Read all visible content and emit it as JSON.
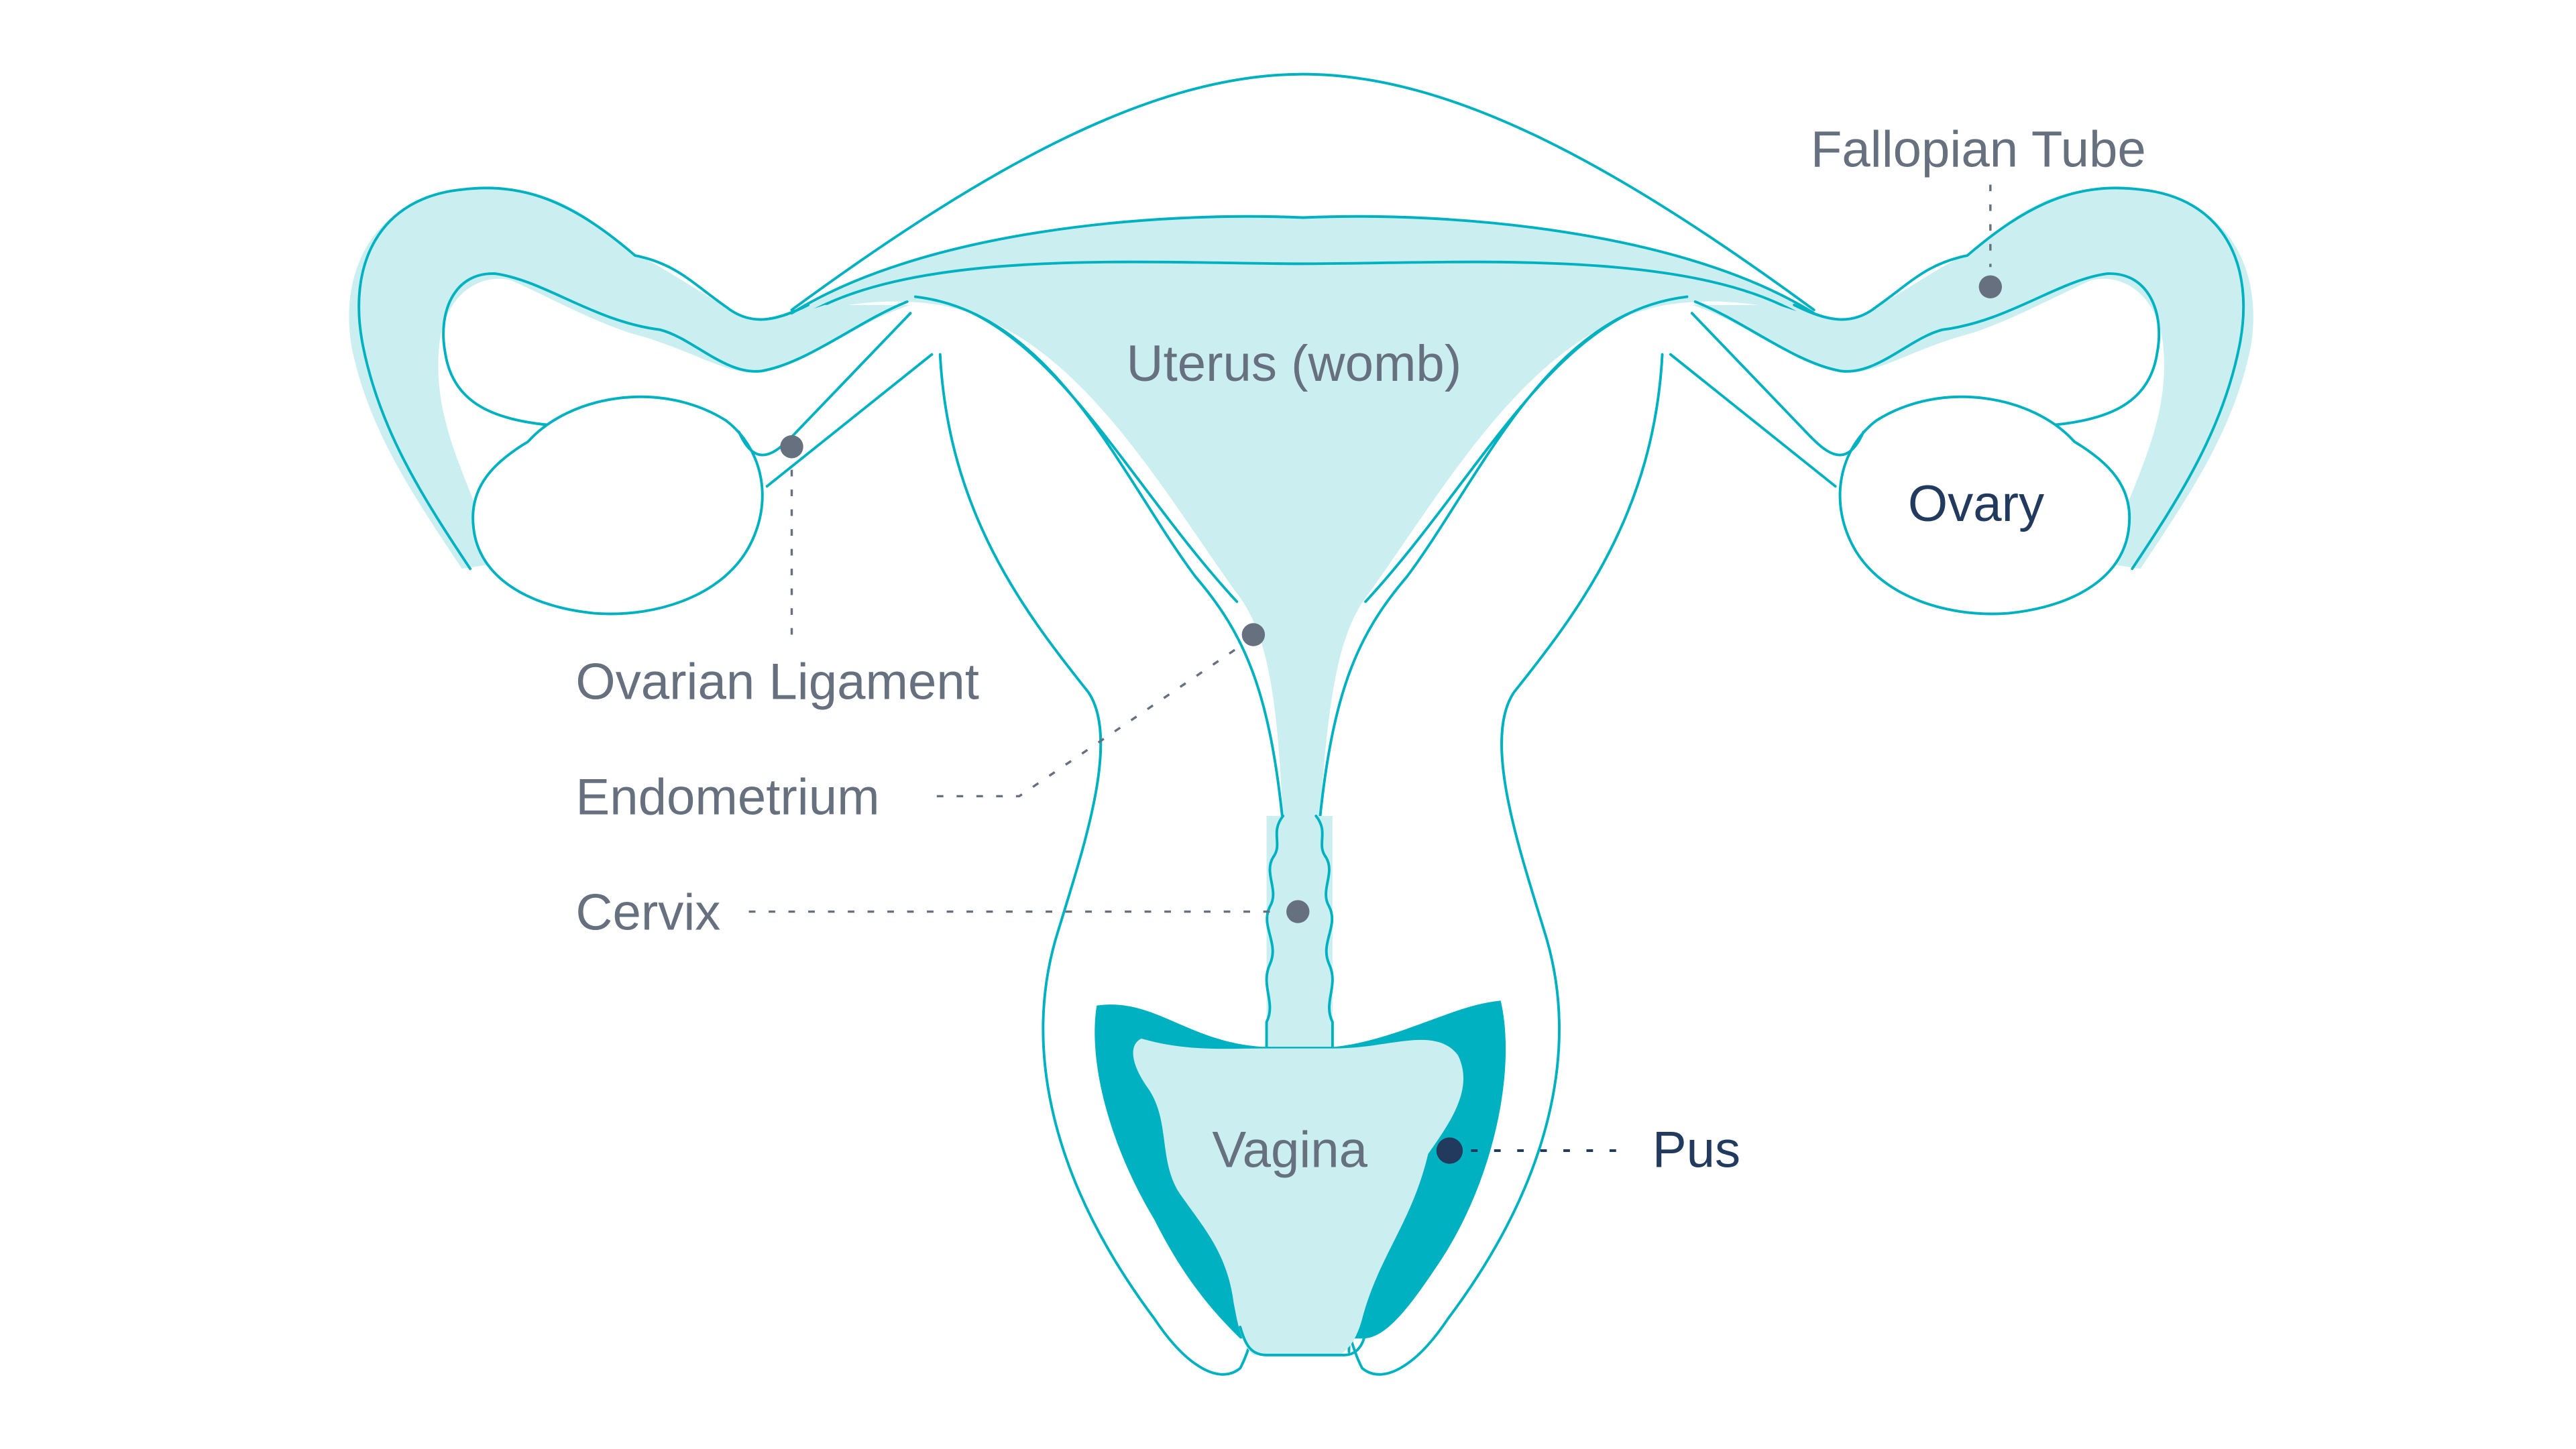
{
  "colors": {
    "outline": "#00b2c1",
    "tissue_fill": "#cbeff0",
    "pus_fill": "#00b2c1",
    "label_gray": "#66707f",
    "label_navy": "#213a5e"
  },
  "labels": {
    "fallopian_tube": "Fallopian Tube",
    "uterus": "Uterus (womb)",
    "ovary": "Ovary",
    "ovarian_ligament": "Ovarian Ligament",
    "endometrium": "Endometrium",
    "cervix": "Cervix",
    "vagina": "Vagina",
    "pus": "Pus"
  }
}
